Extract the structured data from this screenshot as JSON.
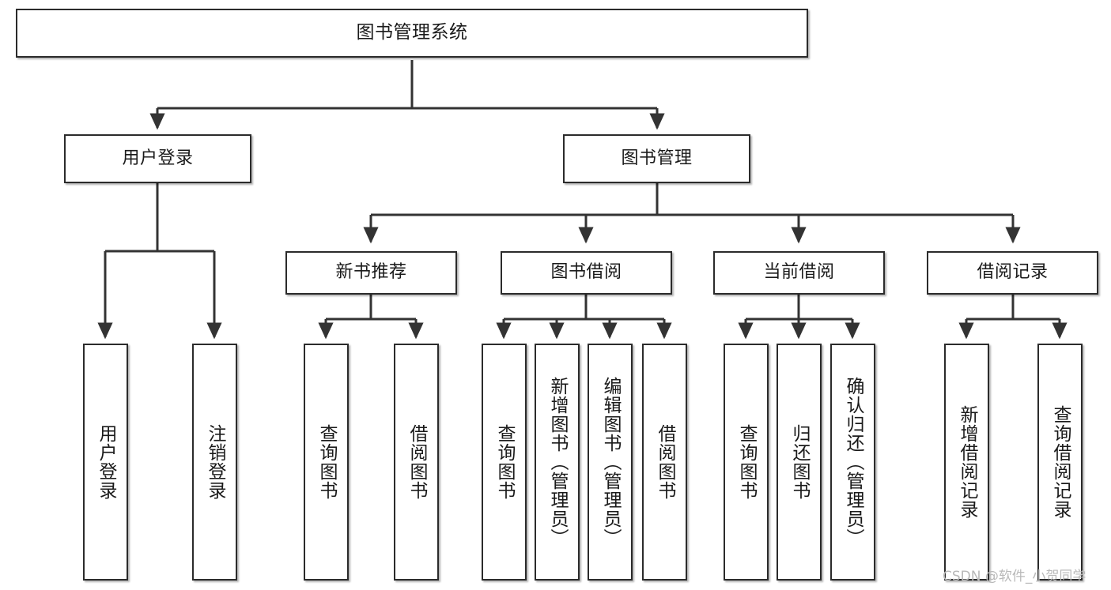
{
  "diagram": {
    "type": "tree-hierarchy",
    "title": "图书管理系统",
    "watermark": "CSDN @软件_小贺同学",
    "colors": {
      "box_border": "#2b2b2b",
      "box_fill": "#ffffff",
      "edge": "#333333",
      "text": "#1a1a1a",
      "watermark": "#b9b9b9"
    },
    "nodes": {
      "root": {
        "label": "图书管理系统"
      },
      "level2": [
        {
          "label": "用户登录"
        },
        {
          "label": "图书管理"
        }
      ],
      "level3": [
        {
          "label": "新书推荐"
        },
        {
          "label": "图书借阅"
        },
        {
          "label": "当前借阅"
        },
        {
          "label": "借阅记录"
        }
      ],
      "leaves": {
        "user_login": [
          {
            "label": "用户登录"
          },
          {
            "label": "注销登录"
          }
        ],
        "new_book_recommend": [
          {
            "label": "查询图书"
          },
          {
            "label": "借阅图书"
          }
        ],
        "book_borrow": [
          {
            "label": "查询图书"
          },
          {
            "label": "新增图书（管理员）"
          },
          {
            "label": "编辑图书（管理员）"
          },
          {
            "label": "借阅图书"
          }
        ],
        "current_borrow": [
          {
            "label": "查询图书"
          },
          {
            "label": "归还图书"
          },
          {
            "label": "确认归还（管理员）"
          }
        ],
        "borrow_record": [
          {
            "label": "新增借阅记录"
          },
          {
            "label": "查询借阅记录"
          }
        ]
      }
    }
  }
}
